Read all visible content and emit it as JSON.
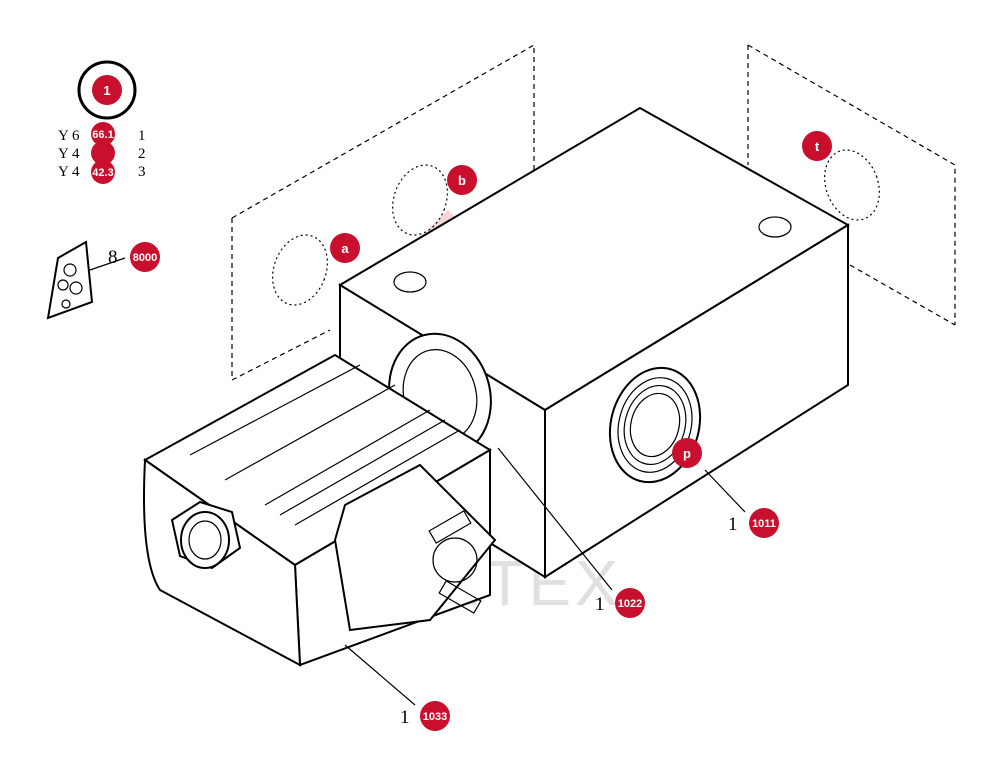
{
  "legend": {
    "rows": [
      {
        "prefix": "Y 6",
        "code": "66.1",
        "qty": "1"
      },
      {
        "prefix": "Y 4",
        "code": "",
        "qty": "2"
      },
      {
        "prefix": "Y 4",
        "code": "42.3",
        "qty": "3"
      }
    ]
  },
  "kit": {
    "prefix": "8",
    "code": "8000"
  },
  "parts": {
    "p1011": {
      "prefix": "1",
      "code": "1011"
    },
    "p1022": {
      "prefix": "1",
      "code": "1022"
    },
    "p1033": {
      "prefix": "1",
      "code": "1033"
    }
  },
  "ports": {
    "a": "a",
    "b": "b",
    "p": "p",
    "t": "t"
  },
  "callout_main": "1",
  "watermark": "AHTEX",
  "colors": {
    "badge": "#c8102e",
    "logo": "#f4b6b6"
  }
}
